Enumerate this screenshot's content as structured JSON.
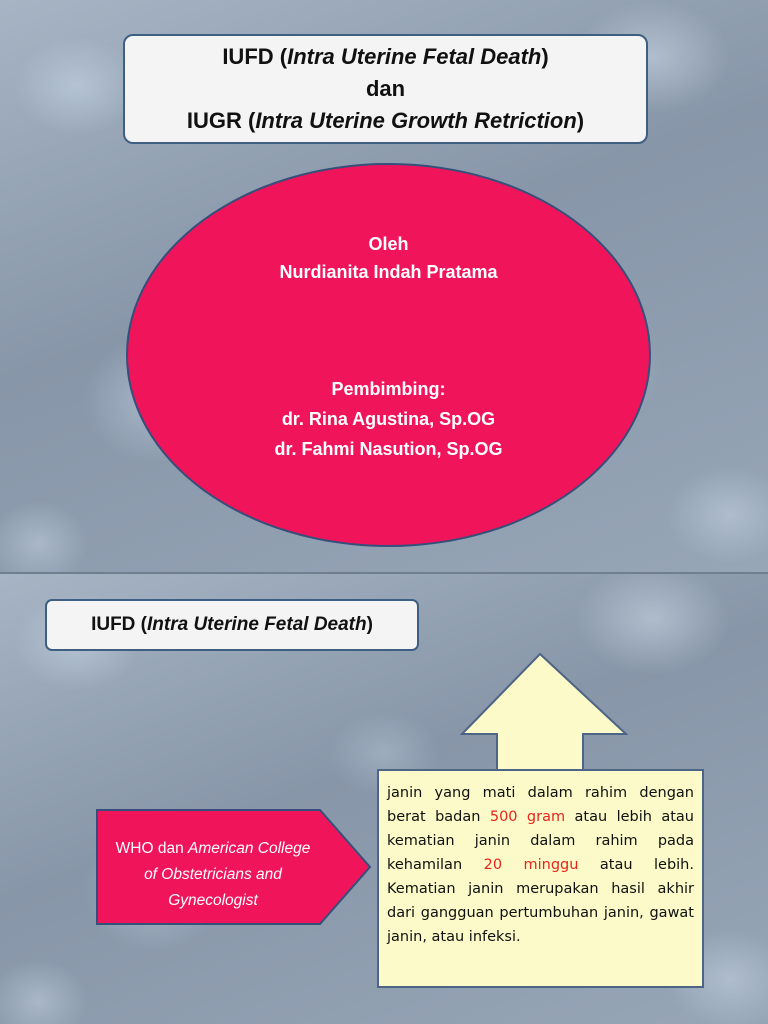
{
  "slide1": {
    "title": {
      "line1_prefix": "IUFD (",
      "line1_italic": "Intra Uterine Fetal Death",
      "line1_suffix": ")",
      "line2": "dan",
      "line3_prefix": "IUGR (",
      "line3_italic": "Intra Uterine Growth Retriction",
      "line3_suffix": ")"
    },
    "oleh_label": "Oleh",
    "author": "Nurdianita Indah Pratama",
    "pembimbing_label": "Pembimbing:",
    "advisor1": "dr. Rina Agustina, Sp.OG",
    "advisor2": "dr. Fahmi Nasution, Sp.OG"
  },
  "slide2": {
    "heading": {
      "prefix": "IUFD (",
      "italic": "Intra Uterine Fetal Death",
      "suffix": ")"
    },
    "source": {
      "plain": "WHO dan ",
      "italic": "American College of Obstetricians and Gynecologist"
    },
    "definition": {
      "part1": "janin yang mati dalam rahim dengan berat badan ",
      "highlight1": "500 gram",
      "part2": " atau lebih atau kematian janin dalam rahim pada kehamilan ",
      "highlight2": "20 minggu",
      "part3": " atau lebih. Kematian janin merupakan hasil akhir dari gangguan pertumbuhan janin, gawat janin, atau infeksi."
    }
  },
  "colors": {
    "accent_pink": "#f0145b",
    "box_border": "#3f5f82",
    "arrow_yellow": "#fbfac8",
    "highlight_red": "#e8241c"
  }
}
